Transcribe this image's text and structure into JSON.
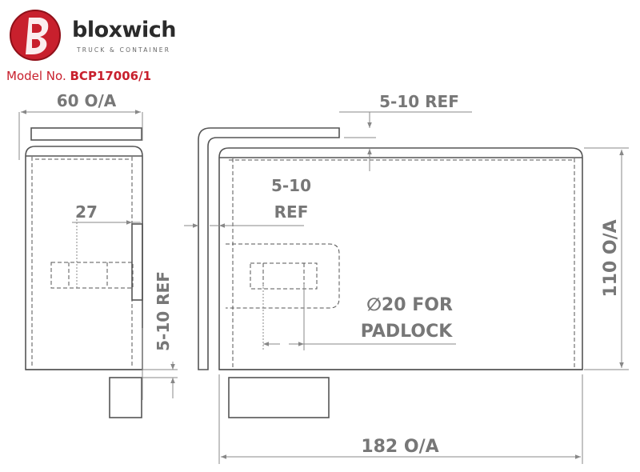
{
  "brand": {
    "name": "bloxwich",
    "tagline": "TRUCK & CONTAINER",
    "colors": {
      "red": "#c8202d",
      "dark": "#2b2b2b"
    }
  },
  "model": {
    "label": "Model No.",
    "number": "BCP17006/1"
  },
  "dimensions": {
    "overall_width": "60 O/A",
    "hole_offset": "27",
    "flange_ref_vertical": "5-10 REF",
    "top_gap_ref": "5-10 REF",
    "side_gap_ref_line1": "5-10",
    "side_gap_ref_line2": "REF",
    "padlock_line1": "∅20 FOR",
    "padlock_line2": "PADLOCK",
    "overall_height": "110 O/A",
    "overall_length": "182 O/A"
  },
  "style": {
    "line_color": "#555555",
    "dim_color": "#888888"
  }
}
